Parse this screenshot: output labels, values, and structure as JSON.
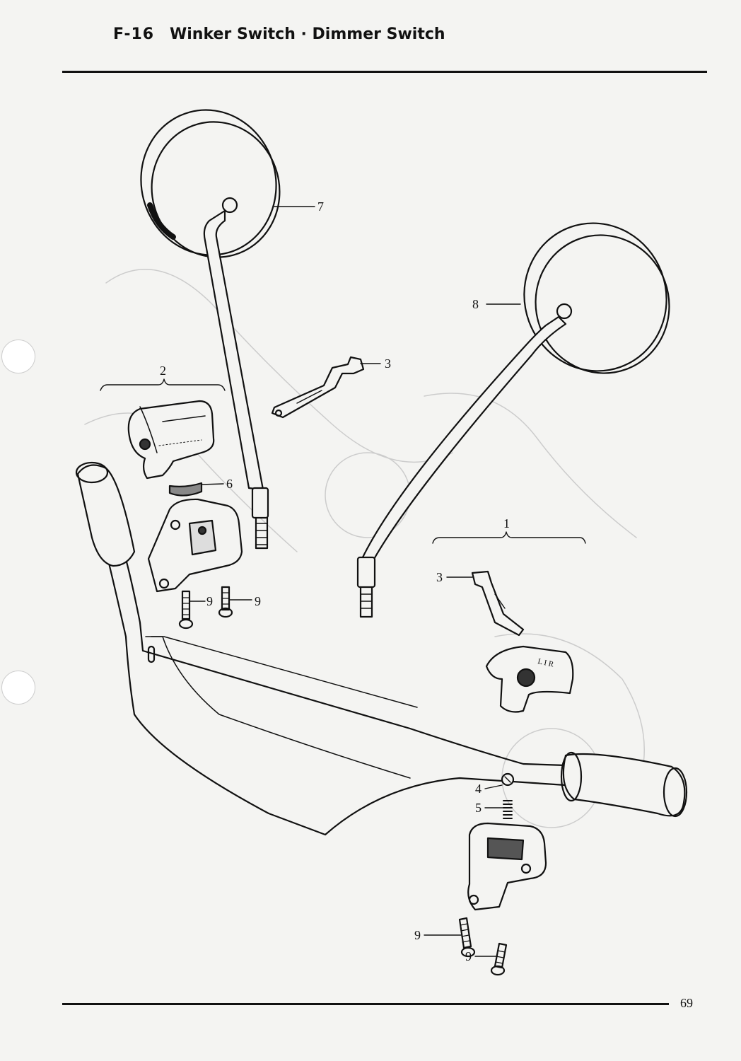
{
  "header": {
    "code": "F-16",
    "title": "Winker Switch · Dimmer Switch"
  },
  "callouts": {
    "c1": "1",
    "c2": "2",
    "c3a": "3",
    "c3b": "3",
    "c4": "4",
    "c5": "5",
    "c6": "6",
    "c7": "7",
    "c8": "8",
    "c9a": "9",
    "c9b": "9",
    "c9c": "9",
    "c9d": "9"
  },
  "footer": {
    "page_number": "69"
  }
}
